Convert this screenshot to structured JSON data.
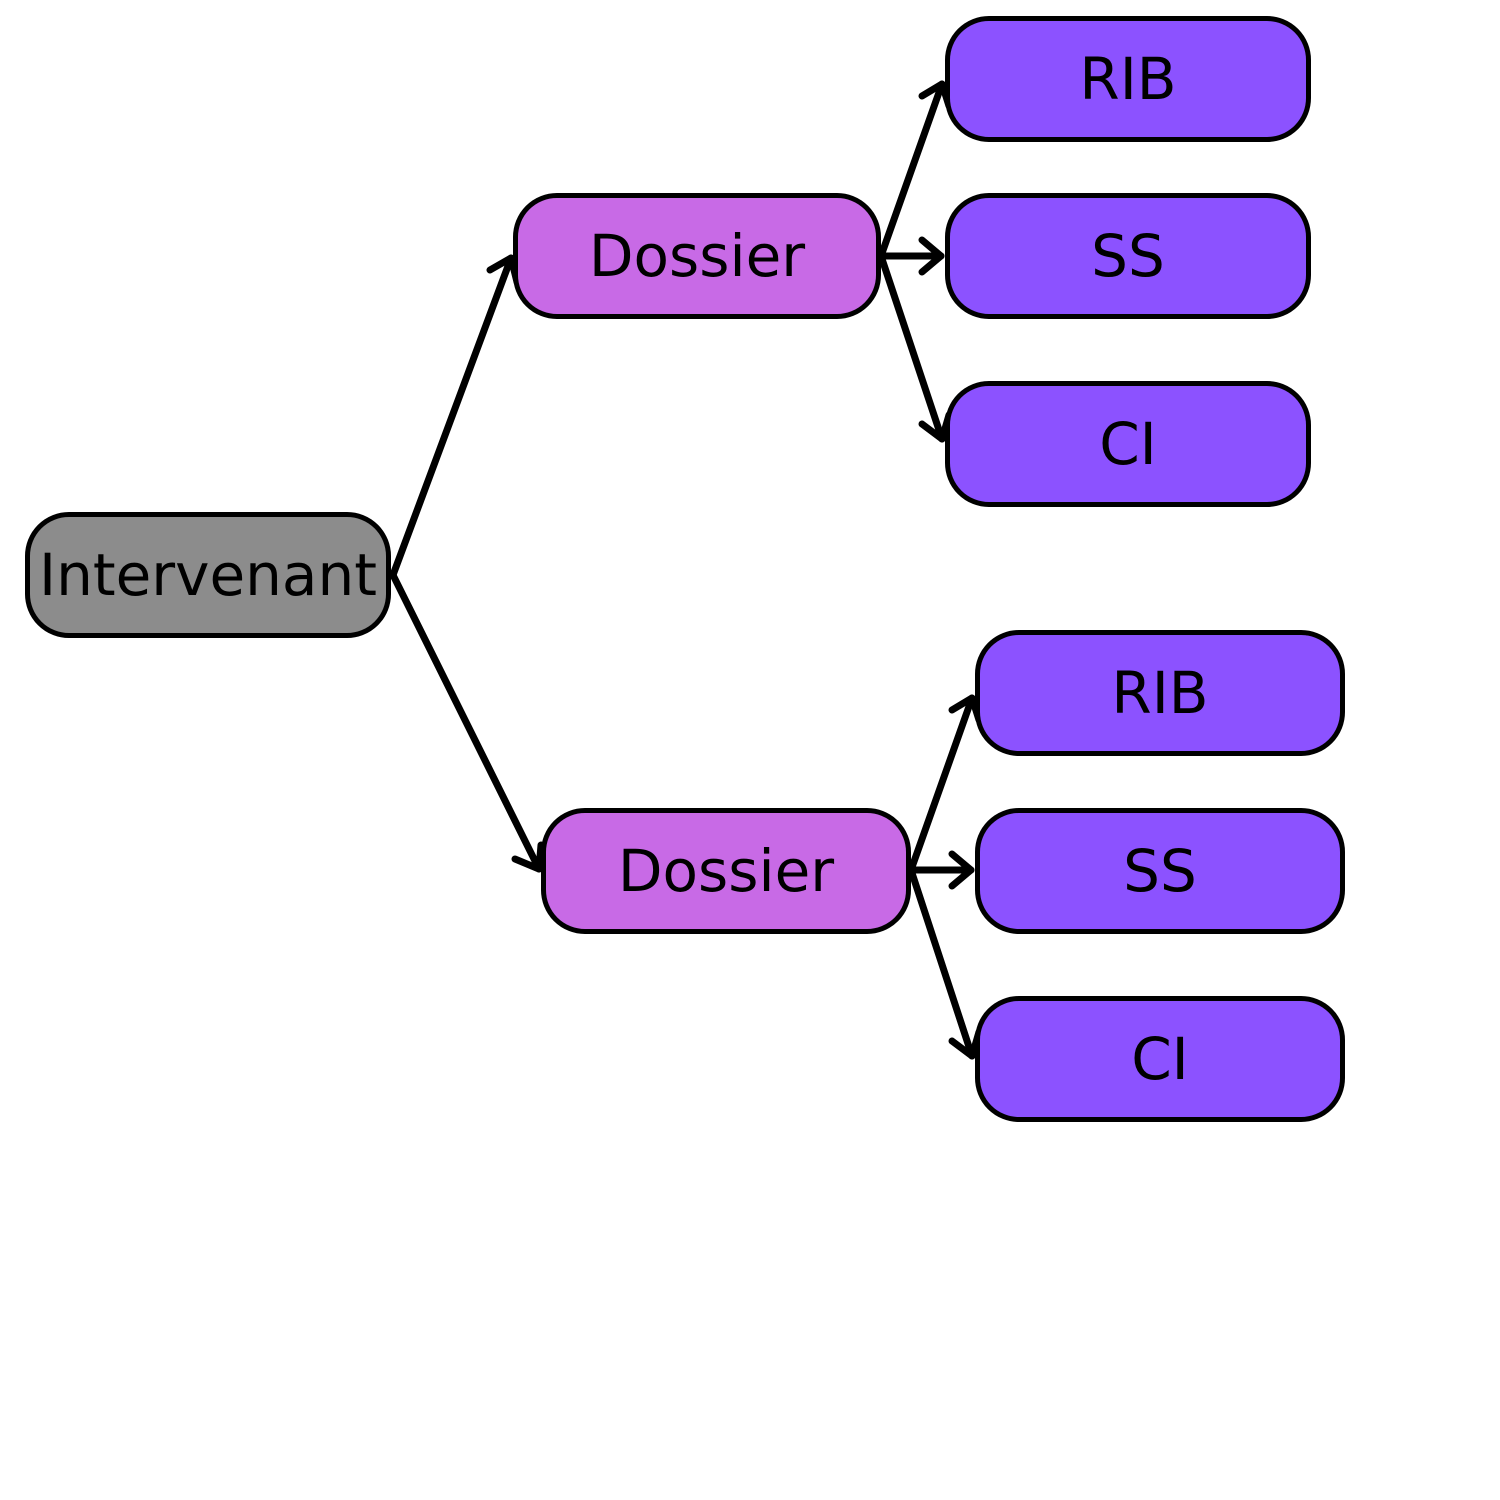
{
  "colors": {
    "root": "#8c8c8c",
    "dossier": "#c86ae6",
    "document": "#8c52ff",
    "stroke": "#000000",
    "background": "#ffffff"
  },
  "nodes": {
    "root": {
      "label": "Intervenant"
    },
    "dossier_1": {
      "label": "Dossier"
    },
    "dossier_2": {
      "label": "Dossier"
    },
    "dossier_1_children": [
      {
        "label": "RIB"
      },
      {
        "label": "SS"
      },
      {
        "label": "CI"
      }
    ],
    "dossier_2_children": [
      {
        "label": "RIB"
      },
      {
        "label": "SS"
      },
      {
        "label": "CI"
      }
    ]
  },
  "edges": [
    {
      "from": "Intervenant",
      "to": "Dossier (1)"
    },
    {
      "from": "Intervenant",
      "to": "Dossier (2)"
    },
    {
      "from": "Dossier (1)",
      "to": "RIB"
    },
    {
      "from": "Dossier (1)",
      "to": "SS"
    },
    {
      "from": "Dossier (1)",
      "to": "CI"
    },
    {
      "from": "Dossier (2)",
      "to": "RIB"
    },
    {
      "from": "Dossier (2)",
      "to": "SS"
    },
    {
      "from": "Dossier (2)",
      "to": "CI"
    }
  ]
}
